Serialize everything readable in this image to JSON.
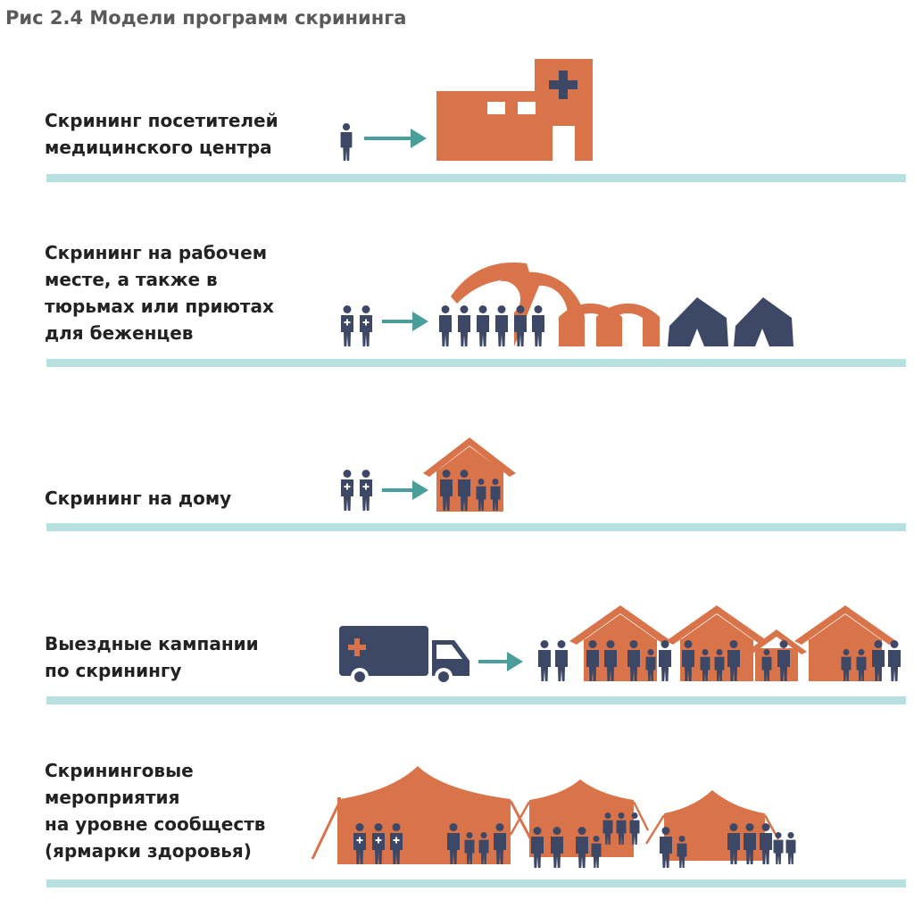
{
  "title": "Рис 2.4 Модели программ скрининга",
  "rows": [
    {
      "lines": [
        "Скрининг посетителей",
        "медицинского центра"
      ]
    },
    {
      "lines": [
        "Скрининг на рабочем",
        "месте, а также в",
        "тюрьмах или приютах",
        "для беженцев"
      ]
    },
    {
      "lines": [
        "Скрининг на дому"
      ]
    },
    {
      "lines": [
        "Выездные кампании",
        "по скринингу"
      ]
    },
    {
      "lines": [
        "Скрининговые",
        "мероприятия",
        "на уровне сообществ",
        "(ярмарки здоровья)"
      ]
    }
  ],
  "colors": {
    "orange": "#d9744a",
    "navy": "#3d4866",
    "teal": "#4a9e9a",
    "divider": "#b7e1e1"
  },
  "icons": [
    "person-icon",
    "medic-icon",
    "arrow-icon",
    "hospital-icon",
    "hangar-icon",
    "tent-icon",
    "house-icon",
    "ambulance-icon",
    "canopy-tent-icon"
  ]
}
